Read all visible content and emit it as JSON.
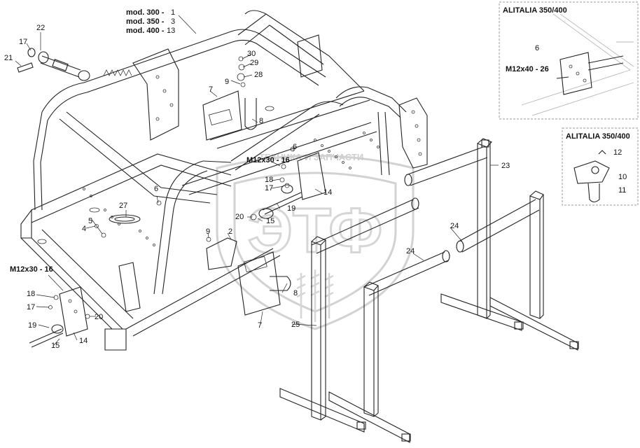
{
  "colors": {
    "line": "#222222",
    "background": "#ffffff",
    "inset_border": "#9a9a9a",
    "watermark": "#cfcfcf"
  },
  "model_table": [
    {
      "model": "mod. 300 -",
      "part": "1"
    },
    {
      "model": "mod. 350 -",
      "part": "3"
    },
    {
      "model": "mod. 400 -",
      "part": "13"
    }
  ],
  "insets": {
    "top_title": "ALITALIA 350/400",
    "bottom_title": "ALITALIA 350/400",
    "top_labels": [
      "6",
      "M12x40 - 26"
    ],
    "bottom_labels": [
      "12",
      "10",
      "11"
    ]
  },
  "callouts": {
    "c1": "17",
    "c2": "22",
    "c3": "21",
    "c4": "30",
    "c5": "29",
    "c6": "28",
    "c7": "9",
    "c8": "7",
    "c9": "8",
    "c10": "6",
    "c11": "M12x30 - 16",
    "c12": "18",
    "c13": "17",
    "c14": "14",
    "c15": "19",
    "c16": "20",
    "c17": "15",
    "c18": "23",
    "c19": "24",
    "c20": "24",
    "c21": "6",
    "c22": "27",
    "c23": "4",
    "c24": "5",
    "c25": "9",
    "c26": "2",
    "c27": "M12x30 - 16",
    "c28": "18",
    "c29": "17",
    "c30": "19",
    "c31": "15",
    "c32": "14",
    "c33": "20",
    "c34": "8",
    "c35": "7",
    "c36": "25"
  },
  "watermark": {
    "text": "ТЕХНИКА  И  ЗАПЧАСТИ",
    "logo": "ЭТФ"
  }
}
